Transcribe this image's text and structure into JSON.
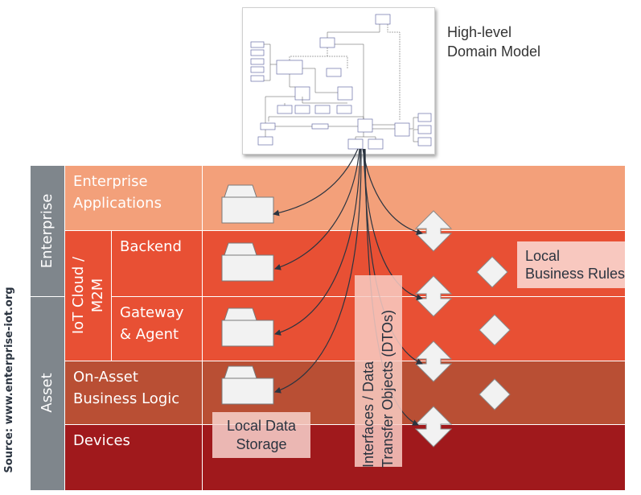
{
  "title": {
    "line1": "High-level",
    "line2": "Domain Model"
  },
  "source": "Source: www.enterprise-iot.org",
  "side_groups": {
    "enterprise": "Enterprise",
    "asset": "Asset",
    "iot_cloud_line1": "IoT Cloud /",
    "iot_cloud_line2": "M2M"
  },
  "layers": [
    {
      "id": "enterprise-applications",
      "line1": "Enterprise",
      "line2": "Applications",
      "color": "#f3a07a"
    },
    {
      "id": "backend",
      "line1": "Backend",
      "line2": "",
      "color": "#e85034"
    },
    {
      "id": "gateway-agent",
      "line1": "Gateway",
      "line2": "& Agent",
      "color": "#e85034"
    },
    {
      "id": "on-asset-business-logic",
      "line1": "On-Asset",
      "line2": "Business Logic",
      "color": "#b94f34"
    },
    {
      "id": "devices",
      "line1": "Devices",
      "line2": "",
      "color": "#a0191c"
    }
  ],
  "labels": {
    "local_data_storage_line1": "Local Data",
    "local_data_storage_line2": "Storage",
    "interfaces_line1": "Interfaces / Data",
    "interfaces_line2": "Transfer Objects (DTOs)",
    "local_business_rules_line1": "Local",
    "local_business_rules_line2": "Business Rules"
  },
  "colors": {
    "side_gray": "#7f868c",
    "shape_fill": "#f2f2f2",
    "label_bg": "#f8c8bf",
    "arrow": "#2b3440"
  }
}
